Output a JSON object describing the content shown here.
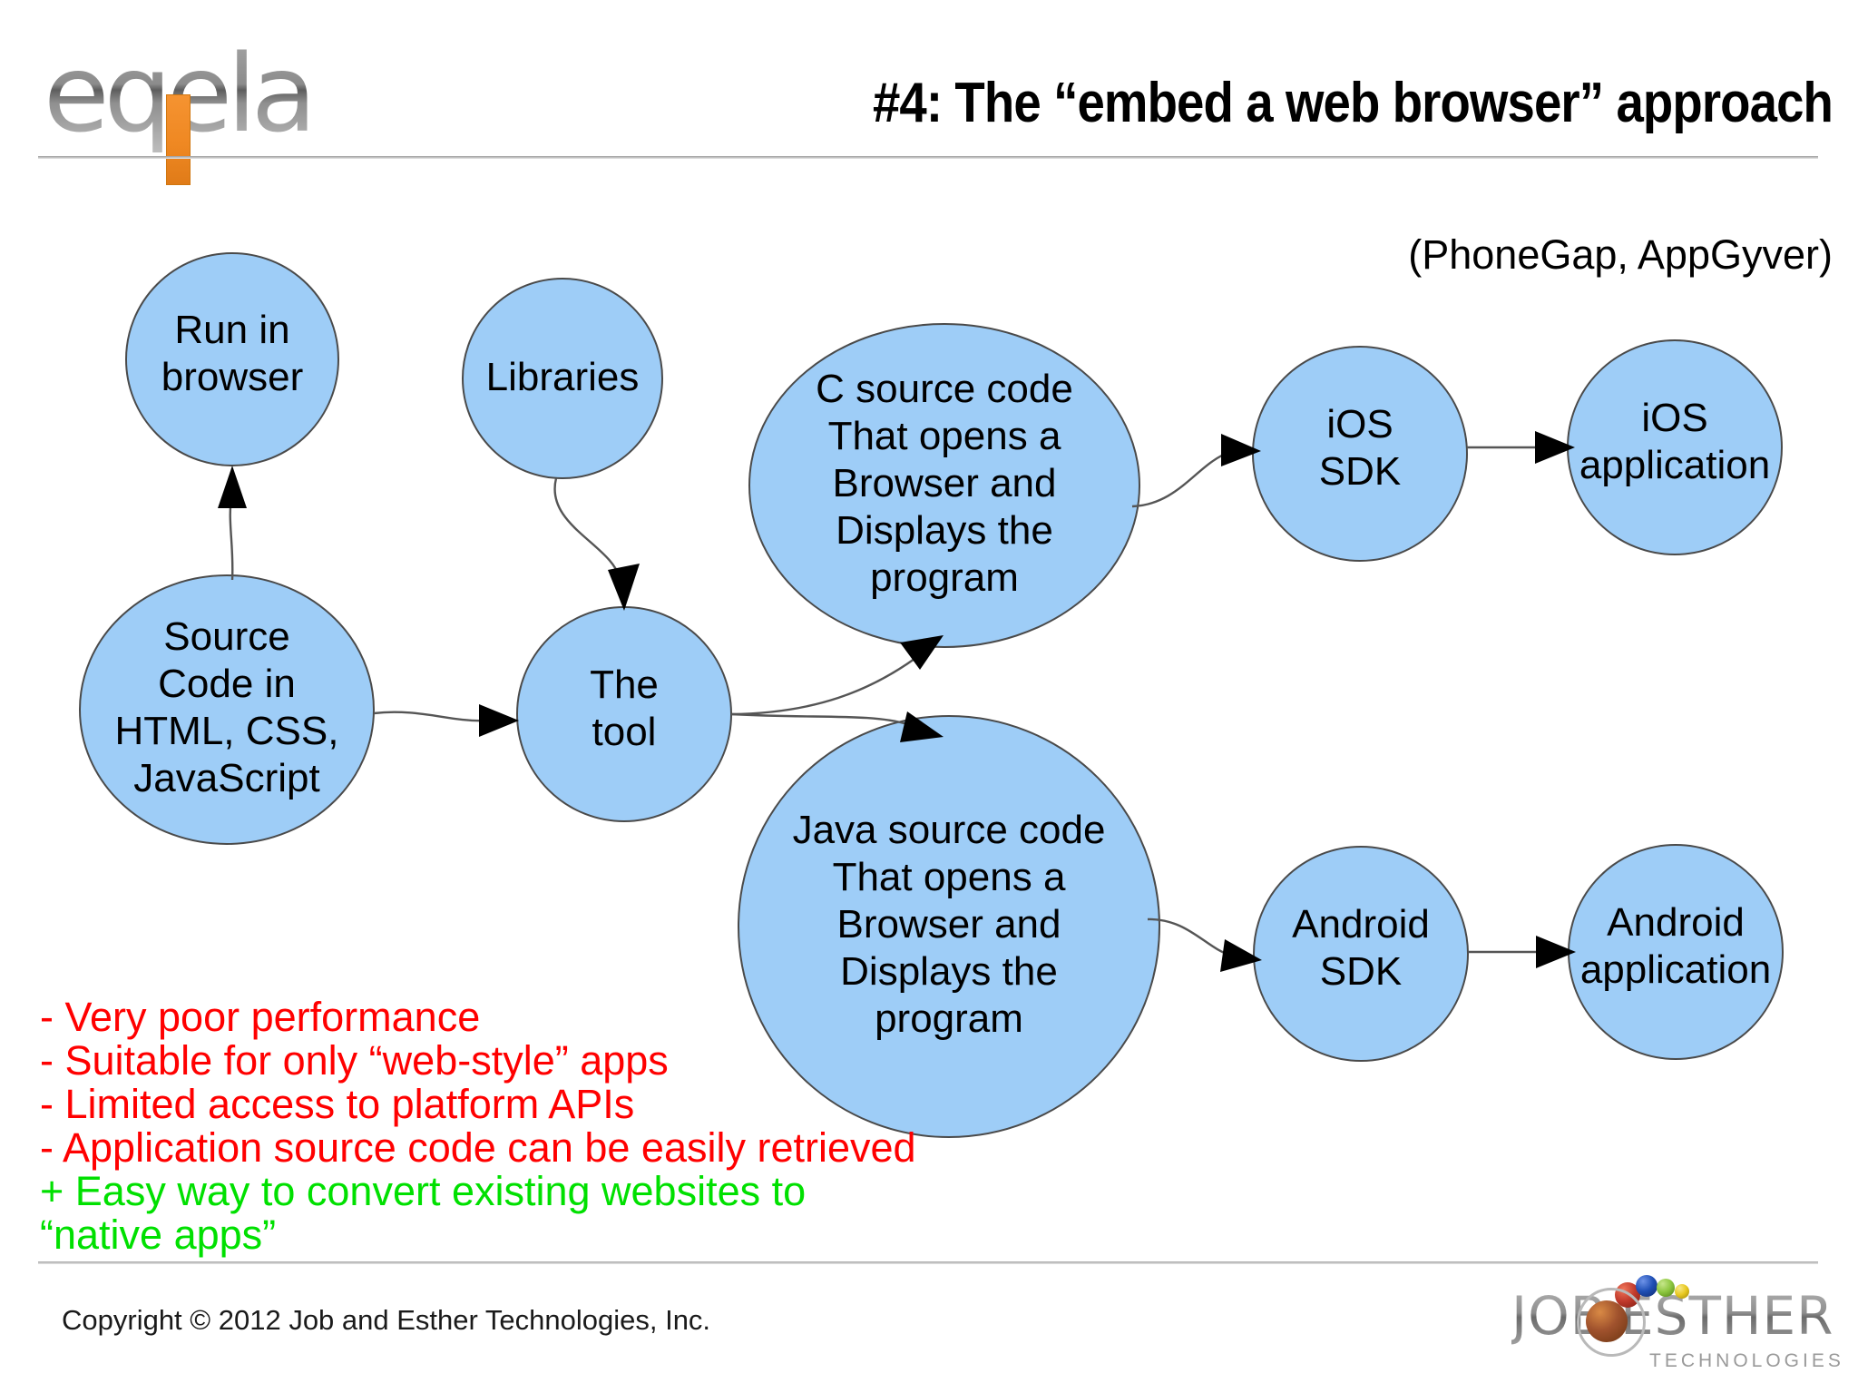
{
  "header": {
    "logo_text": "eqela",
    "logo_accent_color": "#ef8822",
    "title": "#4: The “embed a web browser” approach"
  },
  "subtitle_note": "(PhoneGap, AppGyver)",
  "diagram": {
    "node_fill_color": "#9ecdf7",
    "node_stroke_color": "#4a4a4a",
    "nodes": [
      {
        "id": "run-in-browser",
        "label": "Run in\nbrowser"
      },
      {
        "id": "libraries",
        "label": "Libraries"
      },
      {
        "id": "source-code",
        "label": "Source\nCode in\nHTML, CSS,\nJavaScript"
      },
      {
        "id": "the-tool",
        "label": "The\ntool"
      },
      {
        "id": "c-source-code",
        "label": "C source code\nThat opens a\nBrowser and\nDisplays the\nprogram"
      },
      {
        "id": "java-source-code",
        "label": "Java source code\nThat opens a\nBrowser and\nDisplays the\nprogram"
      },
      {
        "id": "ios-sdk",
        "label": "iOS\nSDK"
      },
      {
        "id": "ios-application",
        "label": "iOS\napplication"
      },
      {
        "id": "android-sdk",
        "label": "Android\nSDK"
      },
      {
        "id": "android-application",
        "label": "Android\napplication"
      }
    ],
    "edges": [
      {
        "from": "source-code",
        "to": "run-in-browser"
      },
      {
        "from": "libraries",
        "to": "the-tool"
      },
      {
        "from": "source-code",
        "to": "the-tool"
      },
      {
        "from": "the-tool",
        "to": "c-source-code"
      },
      {
        "from": "the-tool",
        "to": "java-source-code"
      },
      {
        "from": "c-source-code",
        "to": "ios-sdk"
      },
      {
        "from": "ios-sdk",
        "to": "ios-application"
      },
      {
        "from": "java-source-code",
        "to": "android-sdk"
      },
      {
        "from": "android-sdk",
        "to": "android-application"
      }
    ]
  },
  "bullets": {
    "negative_color": "#ff0000",
    "positive_color": "#00e000",
    "items": [
      {
        "kind": "negative",
        "text": "- Very poor performance"
      },
      {
        "kind": "negative",
        "text": "- Suitable for only “web-style” apps"
      },
      {
        "kind": "negative",
        "text": "- Limited access to platform APIs"
      },
      {
        "kind": "negative",
        "text": "- Application source code can be easily retrieved"
      },
      {
        "kind": "positive",
        "text": "+ Easy way to convert existing websites to"
      },
      {
        "kind": "positive",
        "text": "“native apps”"
      }
    ]
  },
  "footer": {
    "copyright": "Copyright © 2012 Job and Esther Technologies, Inc.",
    "logo": {
      "word_left": "JOB",
      "word_right": "ESTHER",
      "tagline": "TECHNOLOGIES",
      "sphere_colors": [
        "#a03010",
        "#8b4513",
        "#c0392b",
        "#1f4fb5",
        "#8cc63f",
        "#e8c820"
      ]
    }
  }
}
